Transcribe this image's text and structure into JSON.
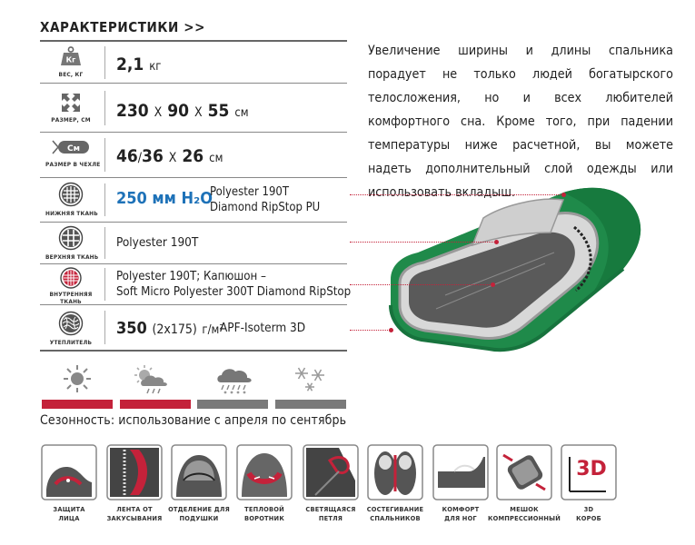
{
  "section_title": "ХАРАКТЕРИСТИКИ  >>",
  "specs": {
    "weight": {
      "icon_text": "Кг",
      "label": "ВЕС, КГ",
      "value": "2,1",
      "unit": "кг"
    },
    "size": {
      "label": "РАЗМЕР, СМ",
      "a": "230",
      "x1": "X",
      "b": "90",
      "x2": "X",
      "c": "55",
      "unit": "см"
    },
    "packed": {
      "icon_text": "См",
      "label": "РАЗМЕР В ЧЕХЛЕ",
      "a": "46",
      "slash": "/",
      "b": "36",
      "x": "X",
      "c": "26",
      "unit": "см"
    },
    "outer": {
      "label": "НИЖНЯЯ ТКАНЬ",
      "pressure": "250 мм H₂O",
      "fabric_line1": "Polyester 190T",
      "fabric_line2": "Diamond RipStop PU"
    },
    "upper": {
      "label": "ВЕРХНЯЯ ТКАНЬ",
      "fabric": "Polyester 190T"
    },
    "inner": {
      "label_line1": "ВНУТРЕННЯЯ",
      "label_line2": "ТКАНЬ",
      "line1": "Polyester 190T;  Капюшон –",
      "line2": "Soft  Micro Polyester 300T Diamond RipStop"
    },
    "insulation": {
      "label": "УТЕПЛИТЕЛЬ",
      "value": "350",
      "detail": "(2x175)",
      "unit": "г/м²",
      "material": "APF-Isoterm 3D"
    }
  },
  "description": "Увеличение ширины и длины спальника порадует не только людей богатырского телосложения, но и всех любителей комфортного сна. Кроме того, при падении температуры ниже расчетной, вы можете надеть дополнительный слой одежды или использовать вкладыш.",
  "seasons": {
    "icons": [
      "sun-icon",
      "sun-cloud-rain-icon",
      "cloud-snow-rain-icon",
      "snowflakes-icon"
    ],
    "active": [
      true,
      true,
      false,
      false
    ],
    "text": "Сезонность: использование с апреля по сентябрь"
  },
  "features": [
    {
      "icon": "face-protection-icon",
      "line1": "ЗАЩИТА",
      "line2": "ЛИЦА"
    },
    {
      "icon": "zipper-guard-icon",
      "line1": "ЛЕНТА ОТ",
      "line2": "ЗАКУСЫВАНИЯ"
    },
    {
      "icon": "pillow-pocket-icon",
      "line1": "ОТДЕЛЕНИЕ ДЛЯ",
      "line2": "ПОДУШКИ"
    },
    {
      "icon": "thermal-collar-icon",
      "line1": "ТЕПЛОВОЙ",
      "line2": "ВОРОТНИК"
    },
    {
      "icon": "glow-loop-icon",
      "line1": "СВЕТЯЩАЯСЯ",
      "line2": "ПЕТЛЯ"
    },
    {
      "icon": "bag-joining-icon",
      "line1": "СОСТЕГИВАНИЕ",
      "line2": "СПАЛЬНИКОВ"
    },
    {
      "icon": "foot-comfort-icon",
      "line1": "КОМФОРТ",
      "line2": "ДЛЯ НОГ"
    },
    {
      "icon": "compression-sack-icon",
      "line1": "МЕШОК",
      "line2": "КОМПРЕССИОННЫЙ"
    },
    {
      "icon": "3d-box-icon",
      "icon_text": "3D",
      "line1": "3D",
      "line2": "КОРОБ"
    }
  ],
  "colors": {
    "accent": "#c4223a",
    "inactive": "#7a7a7a",
    "bag_green": "#1f8a4a",
    "pressure_blue": "#1e72b8"
  }
}
